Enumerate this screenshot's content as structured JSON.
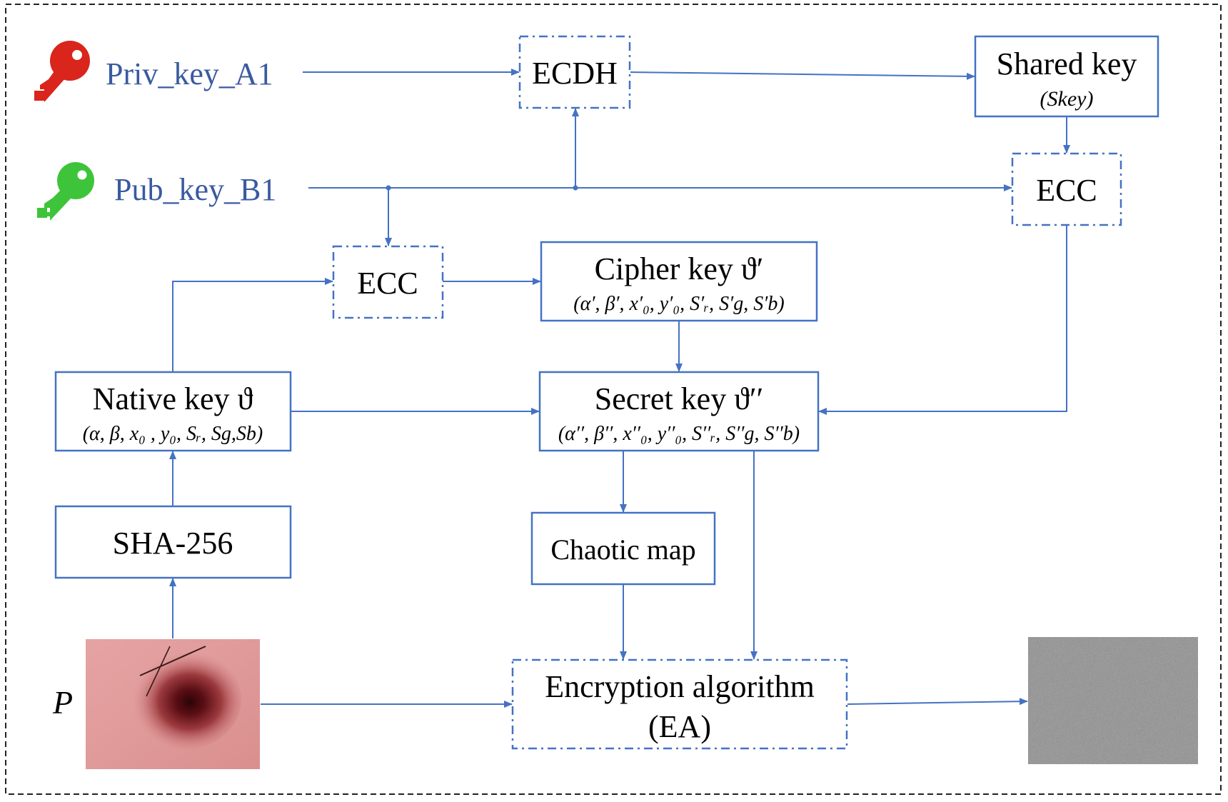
{
  "keys": {
    "priv_label": "Priv_key_A1",
    "pub_label": "Pub_key_B1",
    "priv_color": "#d9251c",
    "pub_color": "#3ec43a"
  },
  "boxes": {
    "ecdh": "ECDH",
    "shared_key_title": "Shared key",
    "shared_key_sub": "(Skey)",
    "ecc_right": "ECC",
    "ecc_mid": "ECC",
    "cipher_key_title": "Cipher key ϑ′",
    "cipher_key_params": "(α′, β′, x′₀, y′₀, S′ᵣ, S′g, S′b)",
    "native_key_title": "Native key ϑ",
    "native_key_params": "(α, β, x₀ , y₀, Sᵣ, Sg,Sb)",
    "secret_key_title": "Secret key ϑ′′",
    "secret_key_params": "(α′′, β′′, x′′₀, y′′₀, S′′ᵣ, S′′g, S′′b)",
    "sha": "SHA-256",
    "chaotic": "Chaotic map",
    "encryption_line1": "Encryption algorithm",
    "encryption_line2": "(EA)",
    "plain_label": "P"
  },
  "colors": {
    "accent": "#4472c4",
    "key_text": "#3a5aa0"
  },
  "icons": {
    "priv": "red-key-icon",
    "pub": "green-key-icon",
    "plain_image": "skin-lesion-image",
    "cipher_image": "noise-image"
  }
}
